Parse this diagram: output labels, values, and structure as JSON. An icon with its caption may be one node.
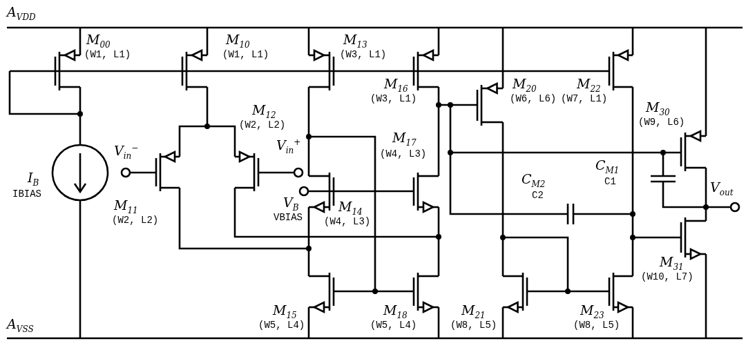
{
  "diagram": {
    "labels": [
      "A$_{VDD}$",
      "M$_{00}$",
      "(W1, L1)",
      "M$_{10}$",
      "(W1, L1)",
      "M$_{13}$",
      "(W3, L1)",
      "M$_{16}$",
      "(W3, L1)",
      "M$_{20}$",
      "(W6, L6)",
      "M$_{22}$",
      "(W7, L1)",
      "M$_{30}$",
      "(W9, L6)",
      "M$_{12}$",
      "(W2, L2)",
      "V$_{in}$$^{+}$",
      "M$_{17}$",
      "(W4, L3)",
      "V$_{in}$$^{−}$",
      "I$_{B}$",
      "IBIAS",
      "C$_{M1}$",
      "C1",
      "C$_{M2}$",
      "C2",
      "V$_{out}$",
      "M$_{11}$",
      "(W2, L2)",
      "V$_{B}$",
      "VBIAS",
      "M$_{14}$",
      "(W4, L3)",
      "M$_{31}$",
      "(W10, L7)",
      "M$_{15}$",
      "(W5, L4)",
      "M$_{18}$",
      "(W5, L4)",
      "M$_{21}$",
      "(W8, L5)",
      "M$_{23}$",
      "(W8, L5)",
      "A$_{VSS}$"
    ]
  }
}
